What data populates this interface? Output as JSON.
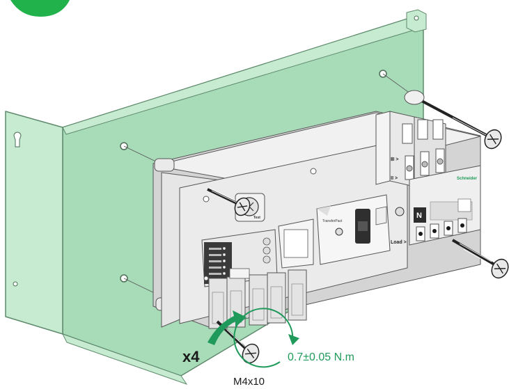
{
  "annotations": {
    "quantity": "x4",
    "screw_type": "M4x10",
    "torque": "0.7±0.05 N.m"
  },
  "device_labels": {
    "terminal_bii": "ⅡI >",
    "terminal_bi": "ⅠI >",
    "load": "Load >",
    "neutral": "N",
    "brand": "Schneider",
    "module": "TransferPact",
    "test": "Test"
  },
  "colors": {
    "plate": "#a8dcb9",
    "plate_edge": "#5f8a6d",
    "accent_green": "#1f9a5a",
    "device_body": "#e6e6e6",
    "dark_panel": "#3a3a3a"
  },
  "icons": {
    "screw": "screw-icon",
    "torque_arrow": "rotate-arrow-icon",
    "badge": "green-badge"
  }
}
